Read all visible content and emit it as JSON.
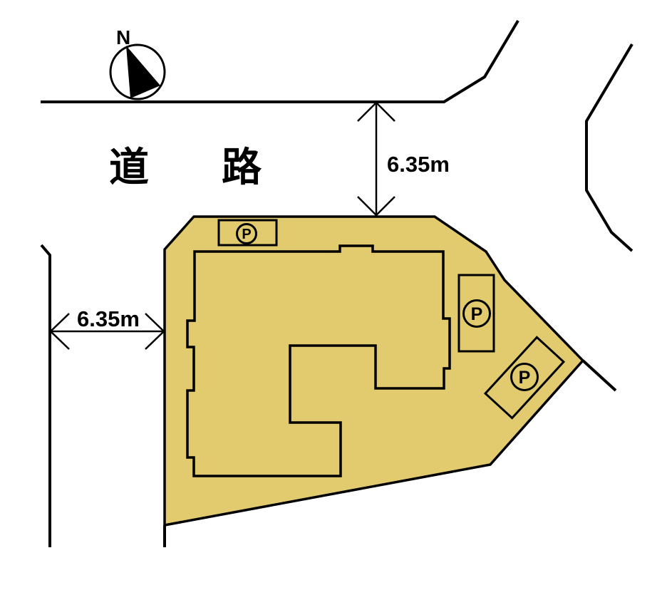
{
  "colors": {
    "parcel_fill": "#E2CB6E",
    "line_color": "#000000",
    "background": "#FFFFFF"
  },
  "compass": {
    "north_label": "N"
  },
  "road": {
    "label": "道路"
  },
  "dimensions": {
    "top_offset": "6.35m",
    "left_offset": "6.35m"
  },
  "parking": {
    "spots": [
      {
        "label": "P"
      },
      {
        "label": "P"
      },
      {
        "label": "P"
      }
    ]
  }
}
